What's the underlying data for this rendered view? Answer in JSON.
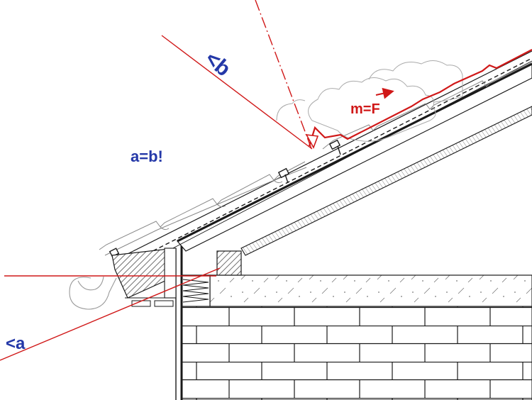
{
  "labels": {
    "angle_b": "<b",
    "equation_ab": "a=b!",
    "equation_mf": "m=F",
    "angle_a": "<a"
  },
  "colors": {
    "ink": "#1a1a1a",
    "red": "#d01818",
    "blue": "#2438a8",
    "grey": "#9a9a9a",
    "hatch": "#555555"
  }
}
